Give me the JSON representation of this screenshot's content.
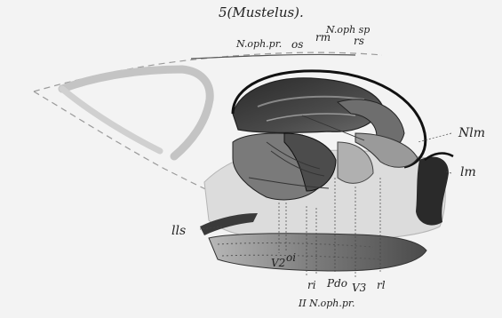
{
  "figure": {
    "title": "5(Mustelus).",
    "labels": {
      "noph_sp": "N.oph sp",
      "noph_pr_top": "N.oph.pr.",
      "os": "os",
      "rm": "rm",
      "rs": "rs",
      "nlm": "Nlm",
      "lm": "lm",
      "lls": "lls",
      "v2": "V2",
      "oi": "oi",
      "ri": "ri",
      "pdo": "Pdo",
      "v3": "V3",
      "rl": "rl",
      "ii_noph_pr": "II N.oph.pr."
    }
  }
}
